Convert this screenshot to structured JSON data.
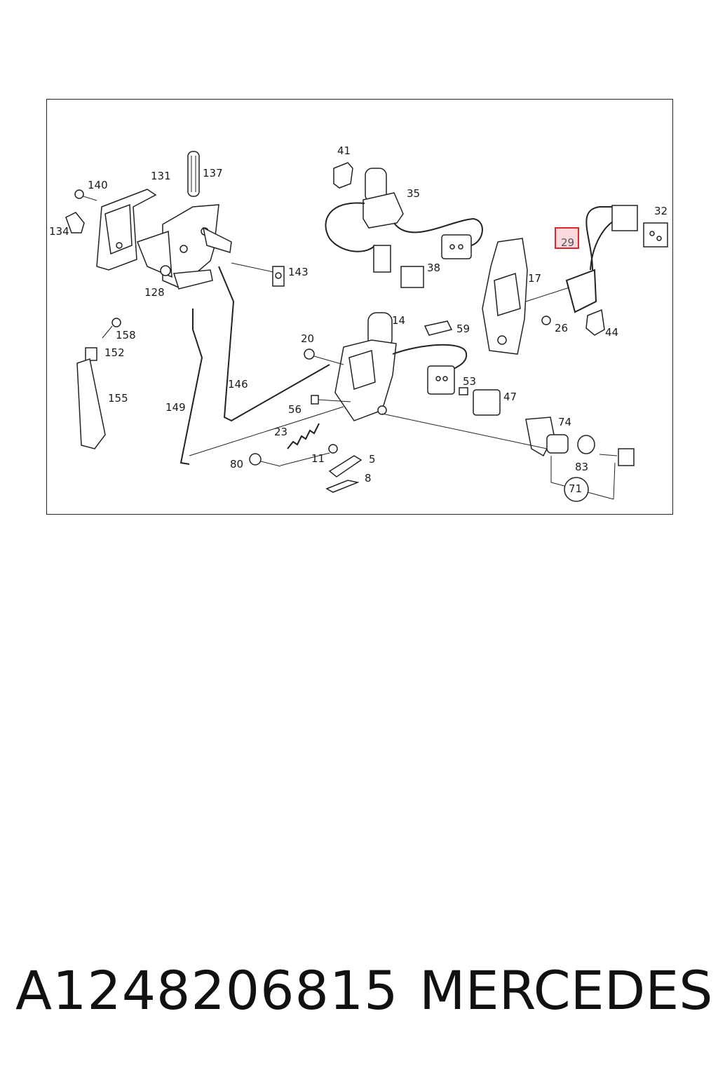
{
  "callouts": {
    "c41": "41",
    "c35": "35",
    "c137": "137",
    "c131": "131",
    "c140": "140",
    "c134": "134",
    "c143": "143",
    "c128": "128",
    "c38": "38",
    "c32": "32",
    "c29": "29",
    "c17": "17",
    "c26": "26",
    "c44": "44",
    "c14": "14",
    "c59": "59",
    "c158": "158",
    "c152": "152",
    "c20": "20",
    "c53": "53",
    "c146": "146",
    "c155": "155",
    "c47": "47",
    "c149": "149",
    "c56": "56",
    "c74": "74",
    "c23": "23",
    "c11": "11",
    "c5": "5",
    "c80": "80",
    "c8": "8",
    "c83": "83",
    "c71": "71"
  },
  "highlighted_callout": "29",
  "footer": {
    "part_number": "A1248206815",
    "brand": "MERCEDES"
  },
  "colors": {
    "highlight_border": "#e0252b",
    "highlight_fill": "#eb7882",
    "line": "#222222"
  }
}
